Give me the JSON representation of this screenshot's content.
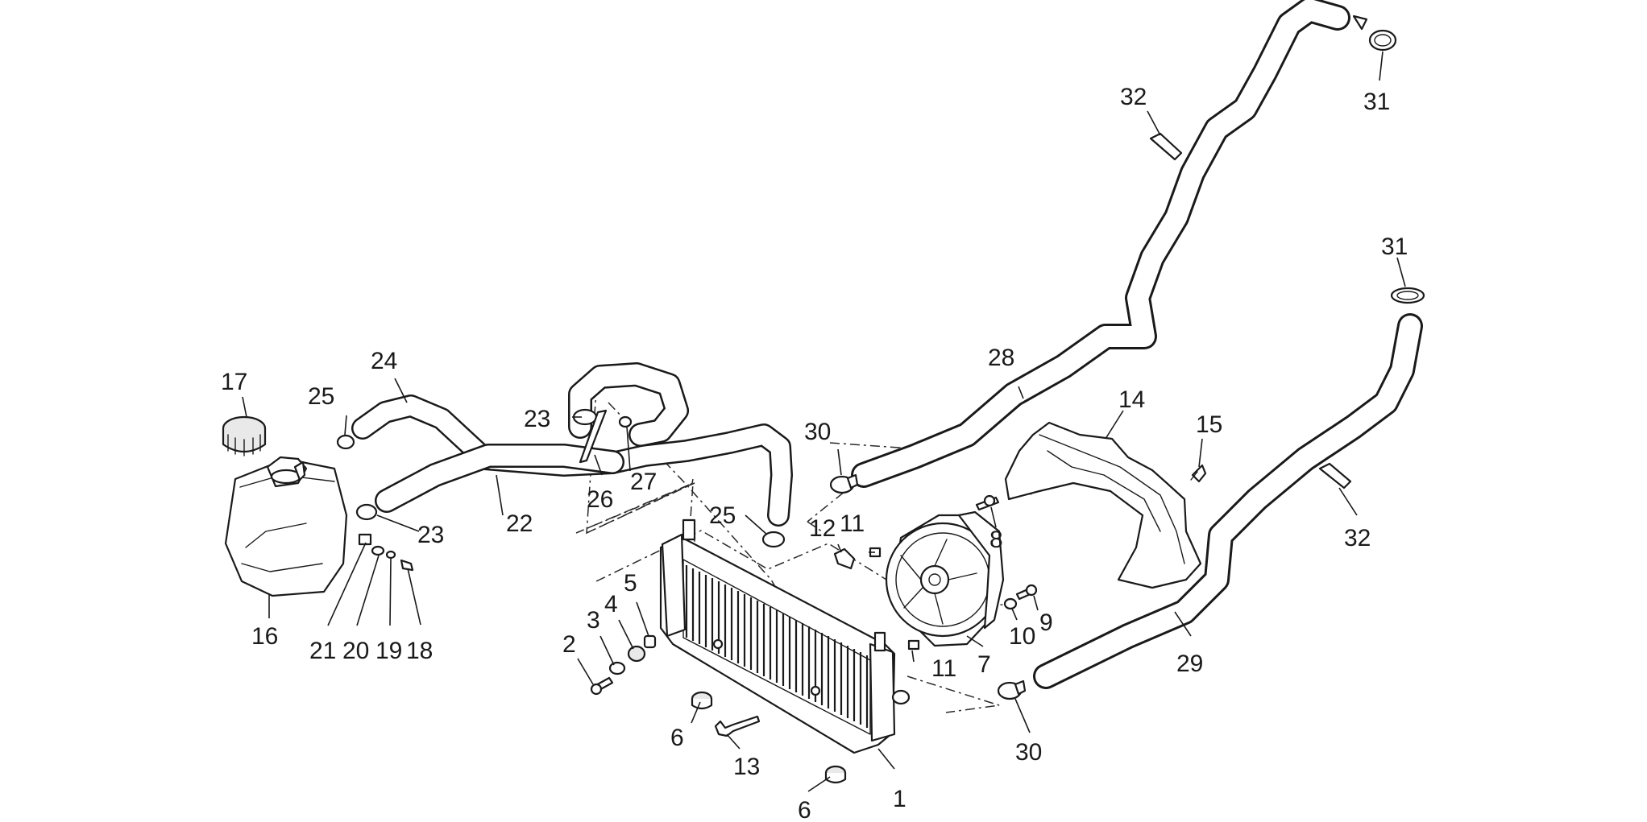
{
  "diagram": {
    "type": "exploded parts diagram",
    "subject": "cooling system",
    "callouts": [
      {
        "key": "c1",
        "label": "1"
      },
      {
        "key": "c2",
        "label": "2"
      },
      {
        "key": "c3",
        "label": "3"
      },
      {
        "key": "c4",
        "label": "4"
      },
      {
        "key": "c5",
        "label": "5"
      },
      {
        "key": "c6a",
        "label": "6"
      },
      {
        "key": "c6b",
        "label": "6"
      },
      {
        "key": "c7",
        "label": "7"
      },
      {
        "key": "c8",
        "label": "8"
      },
      {
        "key": "c9",
        "label": "9"
      },
      {
        "key": "c10",
        "label": "10"
      },
      {
        "key": "c11a",
        "label": "11"
      },
      {
        "key": "c11b",
        "label": "11"
      },
      {
        "key": "c12",
        "label": "12"
      },
      {
        "key": "c13",
        "label": "13"
      },
      {
        "key": "c14",
        "label": "14"
      },
      {
        "key": "c15",
        "label": "15"
      },
      {
        "key": "c16",
        "label": "16"
      },
      {
        "key": "c17",
        "label": "17"
      },
      {
        "key": "c18",
        "label": "18"
      },
      {
        "key": "c19",
        "label": "19"
      },
      {
        "key": "c20",
        "label": "20"
      },
      {
        "key": "c21",
        "label": "21"
      },
      {
        "key": "c22",
        "label": "22"
      },
      {
        "key": "c23a",
        "label": "23"
      },
      {
        "key": "c23b",
        "label": "23"
      },
      {
        "key": "c24",
        "label": "24"
      },
      {
        "key": "c25a",
        "label": "25"
      },
      {
        "key": "c25b",
        "label": "25"
      },
      {
        "key": "c26",
        "label": "26"
      },
      {
        "key": "c27",
        "label": "27"
      },
      {
        "key": "c28",
        "label": "28"
      },
      {
        "key": "c29",
        "label": "29"
      },
      {
        "key": "c30a",
        "label": "30"
      },
      {
        "key": "c30b",
        "label": "30"
      },
      {
        "key": "c31a",
        "label": "31"
      },
      {
        "key": "c31b",
        "label": "31"
      },
      {
        "key": "c32a",
        "label": "32"
      },
      {
        "key": "c32b",
        "label": "32"
      }
    ]
  }
}
